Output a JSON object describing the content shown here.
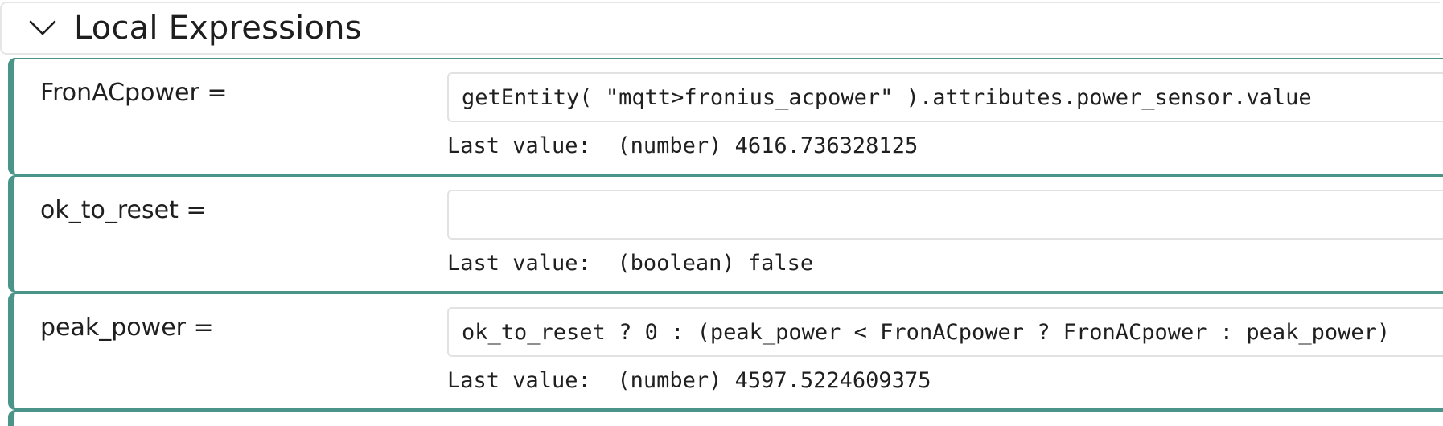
{
  "section": {
    "title": "Local Expressions",
    "chevron_icon": "chevron-down-icon"
  },
  "expressions": [
    {
      "name": "FronACpower =",
      "value": "getEntity( \"mqtt>fronius_acpower\" ).attributes.power_sensor.value",
      "last_value_label": "Last value:",
      "last_value": "(number) 4616.736328125"
    },
    {
      "name": "ok_to_reset =",
      "value": "",
      "last_value_label": "Last value:",
      "last_value": "(boolean) false"
    },
    {
      "name": "peak_power =",
      "value": "ok_to_reset ? 0 : (peak_power < FronACpower ? FronACpower : peak_power)",
      "last_value_label": "Last value:",
      "last_value": "(number) 4597.5224609375"
    }
  ],
  "colors": {
    "accent": "#4a9489",
    "border_light": "#e2e2e2"
  }
}
